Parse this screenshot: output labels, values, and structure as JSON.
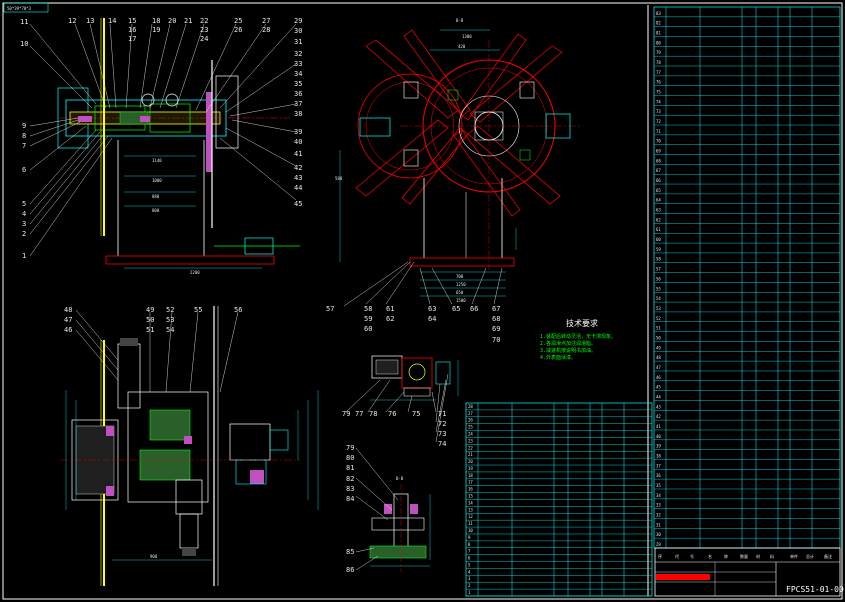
{
  "drawing": {
    "corner_tag": "50*39*70*3",
    "section_marks": [
      "B-B",
      "B-B"
    ],
    "tech_req_title": "技术要求",
    "tech_req_lines": [
      "1.装配后转动灵活，无卡滞现象。",
      "2.各润滑点加注润滑脂。",
      "3.减速机按说明书加油。",
      "4.外表面涂漆。"
    ],
    "title_block": {
      "headers": [
        "序",
        "代",
        "号",
        "名",
        "称",
        "数量",
        "材",
        "料",
        "单件",
        "总计",
        "备注"
      ],
      "drawing_no": "FPCS51-01-00"
    },
    "dimension_samples": [
      "1140",
      "1000",
      "880",
      "800",
      "2200",
      "1300",
      "420",
      "580",
      "700",
      "1250",
      "650",
      "1500",
      "900"
    ]
  },
  "callouts": {
    "front_left": [
      "11",
      "10",
      "9",
      "8",
      "7",
      "6",
      "5",
      "4",
      "3",
      "2",
      "1"
    ],
    "front_top": [
      "12",
      "13",
      "14",
      "15",
      "16",
      "17",
      "18",
      "19",
      "20",
      "21",
      "22",
      "23",
      "24",
      "25",
      "26",
      "27",
      "28"
    ],
    "front_right": [
      "29",
      "30",
      "31",
      "32",
      "33",
      "34",
      "35",
      "36",
      "37",
      "38",
      "39",
      "40",
      "41",
      "42",
      "43",
      "44",
      "45"
    ],
    "side_bottom": [
      "57",
      "58",
      "59",
      "60",
      "61",
      "62",
      "63",
      "64",
      "65",
      "66",
      "67",
      "68",
      "69",
      "70"
    ],
    "plan_left": [
      "48",
      "47",
      "46"
    ],
    "plan_top": [
      "49",
      "50",
      "51",
      "52",
      "53",
      "54",
      "55",
      "56"
    ],
    "motor_view": [
      "79",
      "77",
      "78",
      "76",
      "75",
      "71",
      "72",
      "73",
      "74"
    ],
    "detail_left": [
      "79",
      "80",
      "81",
      "82",
      "83",
      "84",
      "85",
      "86"
    ]
  },
  "parts_table_right": {
    "numbers": [
      "83",
      "82",
      "81",
      "80",
      "79",
      "78",
      "77",
      "76",
      "75",
      "74",
      "73",
      "72",
      "71",
      "70",
      "69",
      "68",
      "67",
      "66",
      "65",
      "64",
      "63",
      "62",
      "61",
      "60",
      "59",
      "58",
      "57",
      "56",
      "55",
      "54",
      "53",
      "52",
      "51",
      "50",
      "49",
      "48",
      "47",
      "46",
      "45",
      "44",
      "43",
      "42",
      "41",
      "40",
      "39",
      "38",
      "37",
      "36",
      "35",
      "34",
      "33",
      "32",
      "31",
      "30",
      "29"
    ]
  },
  "parts_table_mid": {
    "numbers": [
      "28",
      "27",
      "26",
      "25",
      "24",
      "23",
      "22",
      "21",
      "20",
      "19",
      "18",
      "17",
      "16",
      "15",
      "14",
      "13",
      "12",
      "11",
      "10",
      "9",
      "8",
      "7",
      "6",
      "5",
      "4",
      "3",
      "2",
      "1"
    ]
  }
}
